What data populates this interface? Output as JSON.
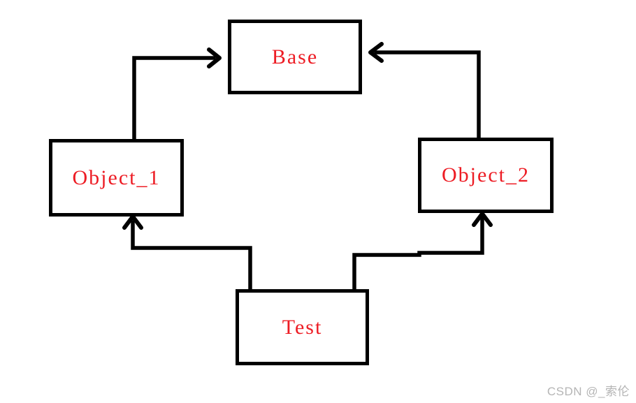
{
  "diagram": {
    "type": "inheritance-flow",
    "nodes": [
      {
        "id": "base",
        "label": "Base"
      },
      {
        "id": "object_1",
        "label": "Object_1"
      },
      {
        "id": "object_2",
        "label": "Object_2"
      },
      {
        "id": "test",
        "label": "Test"
      }
    ],
    "edges": [
      {
        "from": "Object_1",
        "to": "Base"
      },
      {
        "from": "Object_2",
        "to": "Base"
      },
      {
        "from": "Test",
        "to": "Object_1"
      },
      {
        "from": "Test",
        "to": "Object_2"
      }
    ],
    "colors": {
      "background": "#ffffff",
      "node_fill": "#ffffff",
      "node_border": "#000000",
      "node_label": "#ed1c24",
      "edge": "#000000"
    }
  },
  "watermark": {
    "text": "CSDN @_索伦",
    "color": "#b5b5b5"
  }
}
